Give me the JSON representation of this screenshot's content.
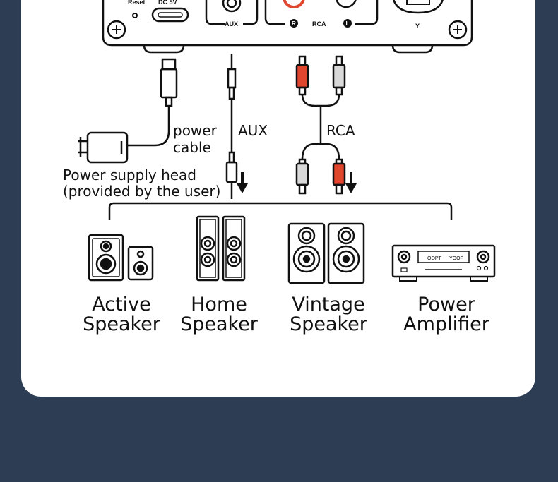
{
  "panel": {
    "reset_label": "Reset",
    "dc_label": "DC 5V",
    "aux_label": "AUX",
    "rca_label": "RCA",
    "right_channel": "R",
    "left_channel": "L",
    "antenna_symbol": "Y"
  },
  "cables": {
    "power_cable_line1": "power",
    "power_cable_line2": "cable",
    "aux": "AUX",
    "rca": "RCA",
    "power_head_line1": "Power supply head",
    "power_head_line2": "(provided by the user)"
  },
  "devices": [
    {
      "line1": "Active",
      "line2": "Speaker"
    },
    {
      "line1": "Home",
      "line2": "Speaker"
    },
    {
      "line1": "Vintage",
      "line2": "Speaker"
    },
    {
      "line1": "Power",
      "line2": "Amplifier"
    }
  ],
  "amplifier_display": {
    "left": "OOPT",
    "right": "YOOF"
  },
  "colors": {
    "background": "#2d3d54",
    "card": "#ffffff",
    "rca_red": "#e0452e",
    "rca_white": "#d9d9d9",
    "ink": "#111111"
  }
}
